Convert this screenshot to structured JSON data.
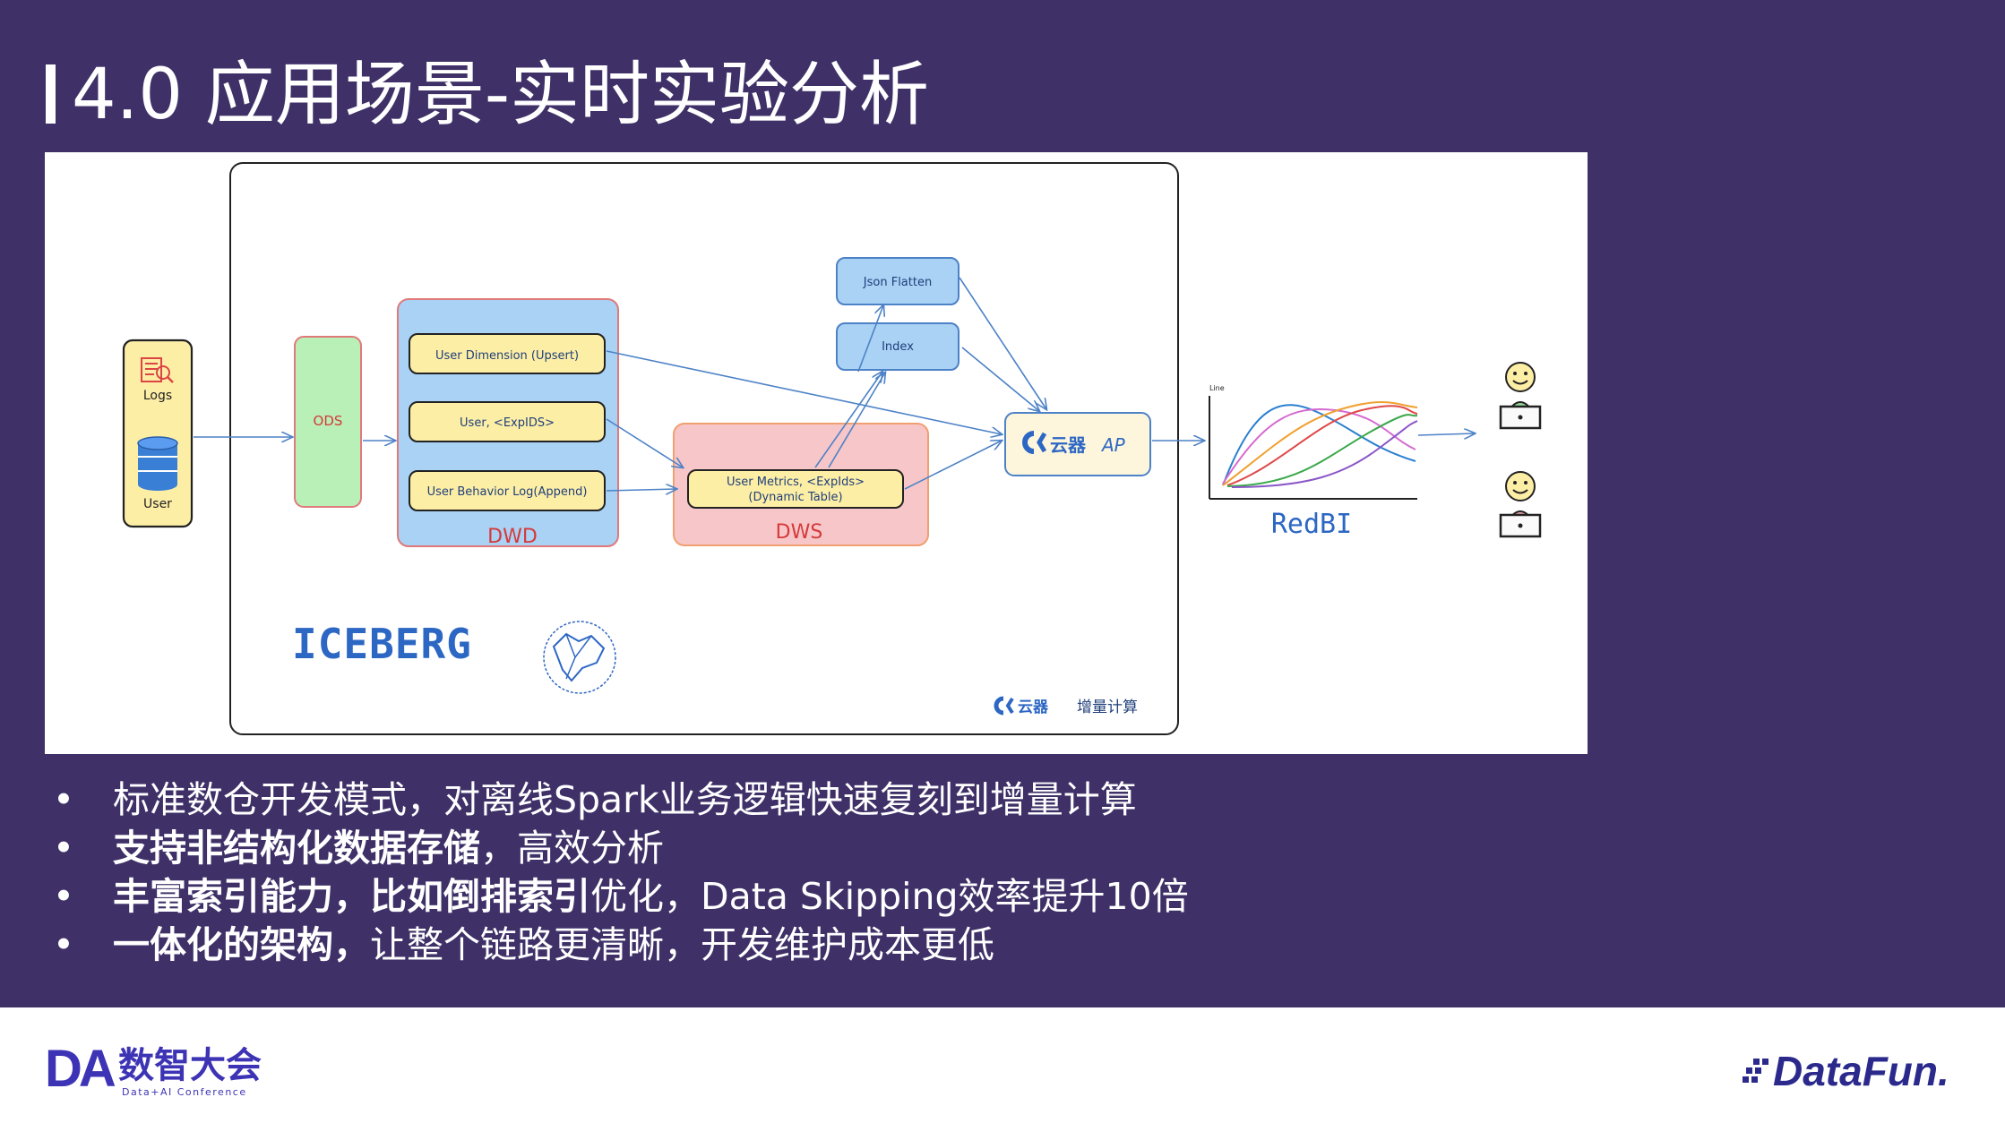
{
  "slide": {
    "title": "4.0 应用场景-实时实验分析"
  },
  "diagram": {
    "source": {
      "logs_label": "Logs",
      "user_label": "User"
    },
    "ods_label": "ODS",
    "dwd": {
      "label": "DWD",
      "items": [
        "User Dimension (Upsert)",
        "User, <ExpIDS>",
        "User Behavior Log(Append)"
      ]
    },
    "dws": {
      "label": "DWS",
      "item_line1": "User Metrics, <ExpIds>",
      "item_line2": "(Dynamic Table)"
    },
    "json_flatten_label": "Json Flatten",
    "index_label": "Index",
    "ap": {
      "brand": "云器",
      "label": "AP"
    },
    "chart": {
      "axis_label": "Line",
      "caption": "RedBI"
    },
    "iceberg_label": "ICEBERG",
    "badge": {
      "brand": "云器",
      "label": "增量计算"
    },
    "colors": {
      "source_fill": "#fdeea6",
      "ods_fill": "#b9f0b8",
      "dwd_fill": "#a9d2f5",
      "dws_fill": "#f7c6c8",
      "blue_box_fill": "#a9d2f5",
      "ap_fill": "#fdf6dc",
      "arrow": "#4d82c7",
      "red_label": "#d53a3a",
      "brand_blue": "#2d67c4"
    }
  },
  "bullets": [
    {
      "bold": "",
      "text": "标准数仓开发模式，对离线Spark业务逻辑快速复刻到增量计算"
    },
    {
      "bold": "支持非结构化数据存储",
      "text": "，高效分析"
    },
    {
      "bold": "丰富索引能力，比如倒排索引",
      "text": "优化，Data Skipping效率提升10倍"
    },
    {
      "bold": "一体化的架构，",
      "text": "让整个链路更清晰，开发维护成本更低"
    }
  ],
  "footer": {
    "left_logo_mark": "DA",
    "left_logo_cn": "数智大会",
    "left_logo_sub": "Data+AI Conference",
    "right_logo": "DataFun."
  }
}
